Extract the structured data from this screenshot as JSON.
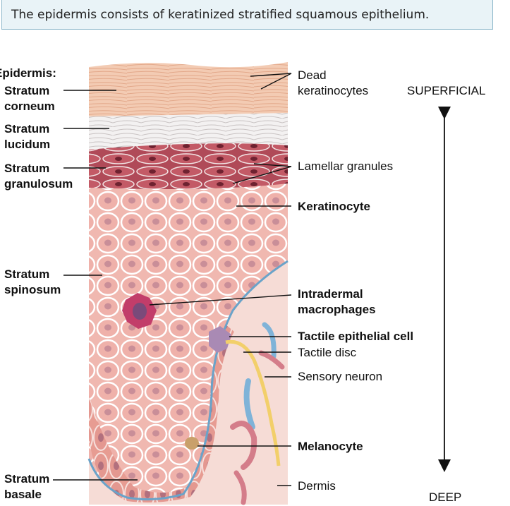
{
  "banner": "The epidermis consists of keratinized stratified squamous epithelium.",
  "labels": {
    "epidermis": "Epidermis:",
    "corneum1": "Stratum",
    "corneum2": "corneum",
    "lucidum1": "Stratum",
    "lucidum2": "lucidum",
    "granulosum1": "Stratum",
    "granulosum2": "granulosum",
    "spinosum1": "Stratum",
    "spinosum2": "spinosum",
    "basale1": "Stratum",
    "basale2": "basale",
    "dead1": "Dead",
    "dead2": "keratinocytes",
    "lamellar": "Lamellar granules",
    "keratinocyte": "Keratinocyte",
    "intradermal1": "Intradermal",
    "intradermal2": "macrophages",
    "tactile_cell": "Tactile epithelial cell",
    "tactile_disc": "Tactile disc",
    "sensory": "Sensory neuron",
    "melanocyte": "Melanocyte",
    "dermis": "Dermis",
    "superficial": "SUPERFICIAL",
    "deep": "DEEP"
  },
  "colors": {
    "corneum": "#f2c9b0",
    "lucidum": "#f1efef",
    "granulosum": "#b8505c",
    "cell": "#f0b8b0",
    "dermis": "#f6dcd6",
    "basement": "#6aa3c9",
    "neuron": "#f2cf6a",
    "macrophage": "#c23d6a",
    "tactile": "#a98ab4"
  }
}
